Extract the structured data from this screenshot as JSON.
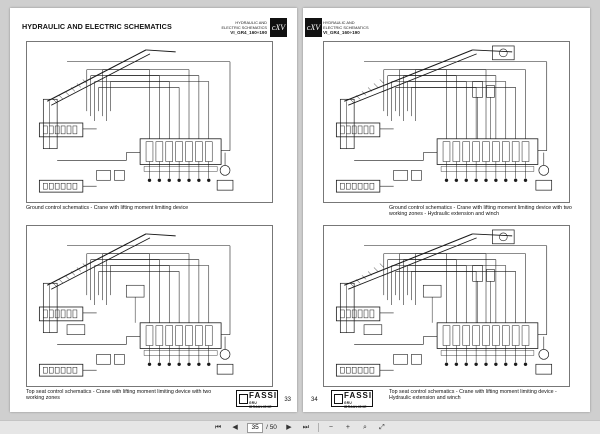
{
  "left_page": {
    "title": "HYDRAULIC AND ELECTRIC SCHEMATICS",
    "header_lines": [
      "HYDRAULIC AND",
      "ELECTRIC SCHEMATICS"
    ],
    "model": "VI_GR4_160÷190",
    "section_badge": "cXV",
    "captions": [
      "Ground control schematics - Crane with lifting moment limiting device",
      "Top seat control schematics - Crane with lifting moment limiting device with two working zones"
    ],
    "page_number": "33",
    "logo_text": "FASSI",
    "logo_subtext": "GRU IDRAULICHE"
  },
  "right_page": {
    "header_lines": [
      "HYDRAULIC AND",
      "ELECTRIC SCHEMATICS"
    ],
    "model": "VI_GR4_160÷190",
    "section_badge": "cXV",
    "captions": [
      "Ground control schematics - Crane with lifting  moment limiting device with two working zones - Hydraulic extension and winch",
      "Top seat control schematics - Crane with lifting moment limiting device - Hydraulic extension and winch"
    ],
    "page_number": "34",
    "logo_text": "FASSI",
    "logo_subtext": "GRU IDRAULICHE"
  },
  "toolbar": {
    "current_page": "35",
    "page_total_label": "/ 50",
    "icons": [
      "first-page-icon",
      "prev-page-icon",
      "next-page-icon",
      "last-page-icon",
      "zoom-out-icon",
      "zoom-in-icon",
      "search-icon",
      "fit-page-icon"
    ]
  }
}
